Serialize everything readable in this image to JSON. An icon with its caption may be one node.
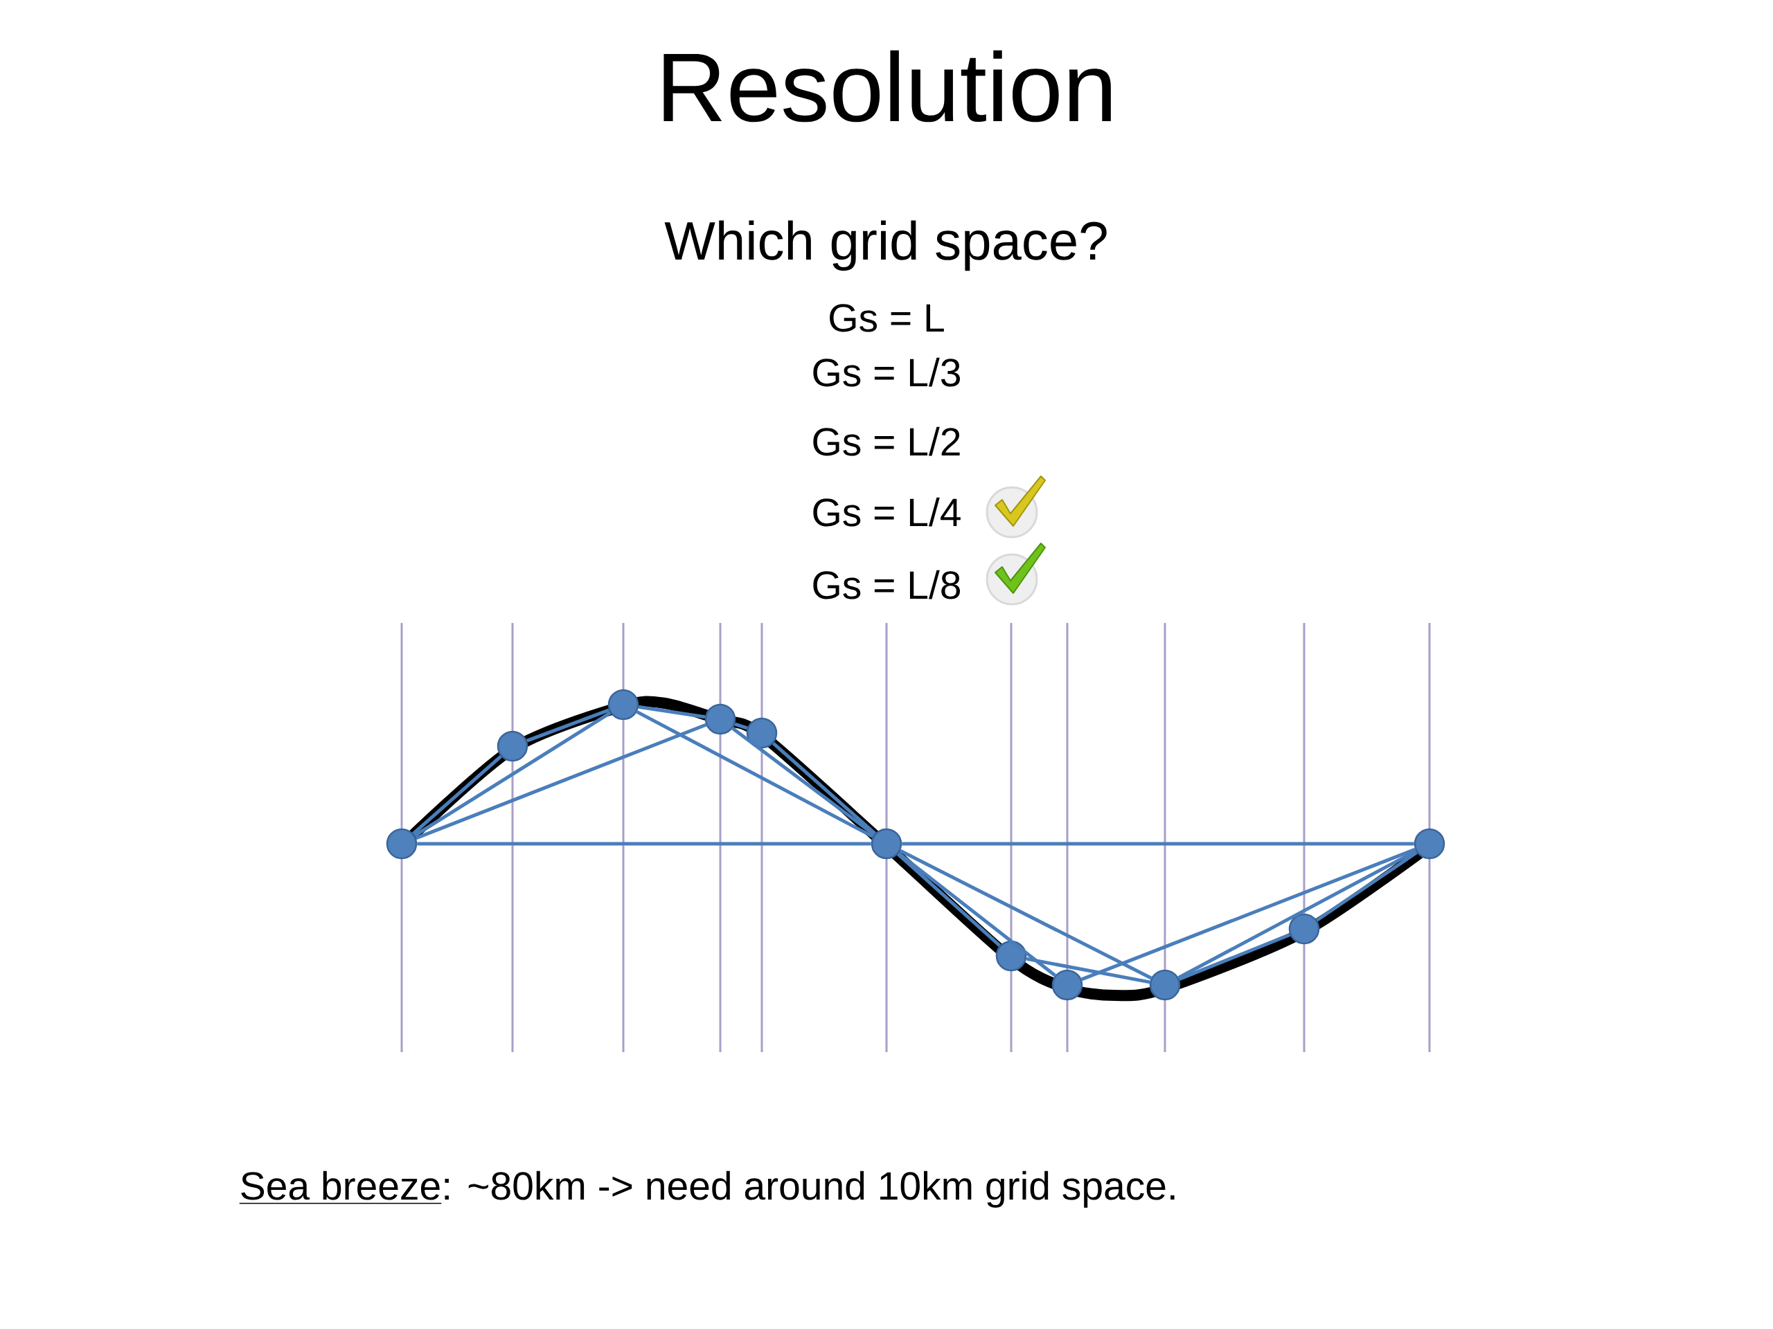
{
  "diagram": {
    "title": "Resolution",
    "nodes": [
      {
        "text": [],
        "shape": "circle"
      },
      {
        "text": [],
        "shape": "circle"
      },
      {
        "text": [],
        "shape": "circle"
      },
      {
        "text": [],
        "shape": "circle"
      },
      {
        "text": [],
        "shape": "circle"
      },
      {
        "text": [],
        "shape": "circle"
      },
      {
        "text": [],
        "shape": "circle"
      },
      {
        "text": [],
        "shape": "circle"
      },
      {
        "text": [],
        "shape": "circle"
      },
      {
        "text": [],
        "shape": "circle"
      },
      {
        "text": [],
        "shape": "circle"
      }
    ],
    "edges": [
      {
        "from": 0,
        "to": 5,
        "arrow": "none"
      },
      {
        "from": 5,
        "to": 10,
        "arrow": "none"
      },
      {
        "from": 0,
        "to": 3,
        "arrow": "none"
      },
      {
        "from": 3,
        "to": 5,
        "arrow": "none"
      },
      {
        "from": 5,
        "to": 7,
        "arrow": "none"
      },
      {
        "from": 7,
        "to": 10,
        "arrow": "none"
      },
      {
        "from": 0,
        "to": 2,
        "arrow": "none"
      },
      {
        "from": 2,
        "to": 5,
        "arrow": "none"
      },
      {
        "from": 5,
        "to": 8,
        "arrow": "none"
      },
      {
        "from": 8,
        "to": 10,
        "arrow": "none"
      },
      {
        "from": 0,
        "to": 1,
        "arrow": "none"
      },
      {
        "from": 1,
        "to": 2,
        "arrow": "none"
      },
      {
        "from": 2,
        "to": 3,
        "arrow": "none"
      },
      {
        "from": 3,
        "to": 4,
        "arrow": "none"
      },
      {
        "from": 4,
        "to": 5,
        "arrow": "none"
      },
      {
        "from": 5,
        "to": 6,
        "arrow": "none"
      },
      {
        "from": 6,
        "to": 8,
        "arrow": "none"
      },
      {
        "from": 8,
        "to": 9,
        "arrow": "none"
      },
      {
        "from": 9,
        "to": 10,
        "arrow": "none"
      }
    ],
    "labels": [
      "Which grid space?",
      "Gs = L",
      "Gs = L/3",
      "Gs = L/2",
      "Gs = L/4",
      "Gs = L/8",
      "Sea breeze: ~80km -> need around 10km grid space."
    ]
  }
}
